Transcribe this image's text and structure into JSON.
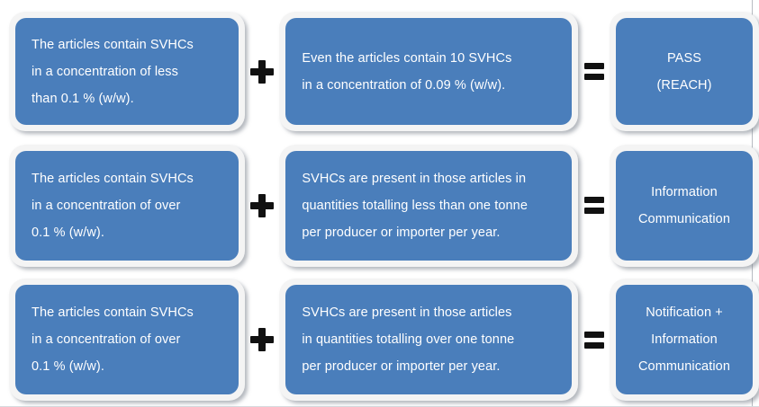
{
  "diagram": {
    "title": "SVHC REACH obligation decision equations",
    "colors": {
      "box_fill": "#4a7ebb",
      "box_text": "#ffffff",
      "box_ring": "#f4f4f4",
      "background": "#ffffff",
      "operator": "#111111"
    },
    "operators": {
      "plus": "+",
      "equals": "="
    },
    "rows": [
      {
        "condition_1": {
          "lines": [
            "The articles contain SVHCs",
            "in a concentration of less",
            "than 0.1 % (w/w)."
          ]
        },
        "operator_1": "+",
        "condition_2": {
          "lines": [
            "Even the articles contain 10 SVHCs",
            "in a concentration of 0.09 % (w/w)."
          ]
        },
        "operator_2": "=",
        "result": {
          "lines": [
            "PASS",
            "(REACH)"
          ]
        }
      },
      {
        "condition_1": {
          "lines": [
            "The articles contain SVHCs",
            "in a concentration of over",
            "0.1 % (w/w)."
          ]
        },
        "operator_1": "+",
        "condition_2": {
          "lines": [
            "SVHCs are present in those articles in",
            "quantities totalling less than one tonne",
            "per producer or importer per year."
          ]
        },
        "operator_2": "=",
        "result": {
          "lines": [
            "Information",
            "Communication"
          ]
        }
      },
      {
        "condition_1": {
          "lines": [
            "The articles contain SVHCs",
            "in a concentration of over",
            "0.1 % (w/w)."
          ]
        },
        "operator_1": "+",
        "condition_2": {
          "lines": [
            "SVHCs are present in those articles",
            "in quantities totalling over one tonne",
            "per producer or importer per year."
          ]
        },
        "operator_2": "=",
        "result": {
          "lines": [
            "Notification +",
            "Information",
            "Communication"
          ]
        }
      }
    ]
  }
}
